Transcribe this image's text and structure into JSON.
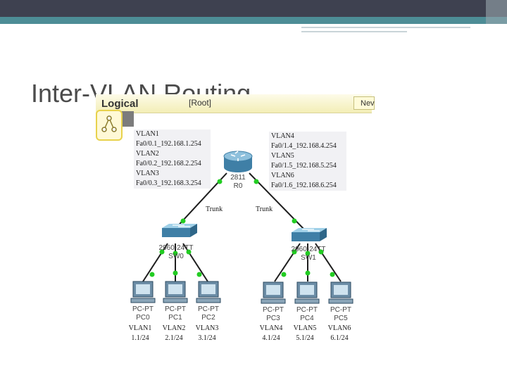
{
  "slide": {
    "title": "Inter-VLAN Routing"
  },
  "toolbar": {
    "logical_label": "Logical",
    "root_label": "[Root]",
    "new_label": "Nev"
  },
  "router": {
    "model": "2811",
    "name": "R0",
    "left_info": [
      "VLAN1",
      "Fa0/0.1_192.168.1.254",
      "VLAN2",
      "Fa0/0.2_192.168.2.254",
      "VLAN3",
      "Fa0/0.3_192.168.3.254"
    ],
    "right_info": [
      "VLAN4",
      "Fa0/1.4_192.168.4.254",
      "VLAN5",
      "Fa0/1.5_192.168.5.254",
      "VLAN6",
      "Fa0/1.6_192.168.6.254"
    ]
  },
  "trunks": [
    "Trunk",
    "Trunk"
  ],
  "switches": [
    {
      "model": "2960-24TT",
      "name": "SW0"
    },
    {
      "model": "2960-24TT",
      "name": "SW1"
    }
  ],
  "pcs": [
    {
      "model": "PC-PT",
      "name": "PC0",
      "vlan": "VLAN1",
      "addr": "1.1/24"
    },
    {
      "model": "PC-PT",
      "name": "PC1",
      "vlan": "VLAN2",
      "addr": "2.1/24"
    },
    {
      "model": "PC-PT",
      "name": "PC2",
      "vlan": "VLAN3",
      "addr": "3.1/24"
    },
    {
      "model": "PC-PT",
      "name": "PC3",
      "vlan": "VLAN4",
      "addr": "4.1/24"
    },
    {
      "model": "PC-PT",
      "name": "PC4",
      "vlan": "VLAN5",
      "addr": "5.1/24"
    },
    {
      "model": "PC-PT",
      "name": "PC5",
      "vlan": "VLAN6",
      "addr": "6.1/24"
    }
  ],
  "colors": {
    "link": "#1e1e1e",
    "port_up": "#22cc22",
    "device": "#6fa0c0"
  }
}
